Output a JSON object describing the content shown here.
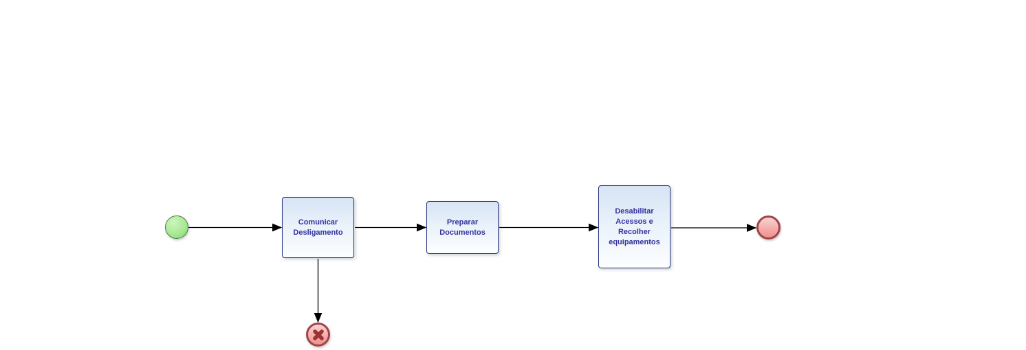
{
  "canvas": {
    "background": "#ffffff"
  },
  "colors": {
    "task_border": "#24357d",
    "task_text": "#32329e",
    "task_fill_top": "#d6e4f5",
    "task_fill_bottom": "#fdfeff",
    "start_border": "#4c7a3d",
    "start_fill_top": "#cdf5bd",
    "start_fill_bottom": "#7cd96a",
    "end_border": "#a34444",
    "end_fill_top": "#f9d3d1",
    "end_fill_bottom": "#ee908e",
    "cancel_x": "#9c3333",
    "flow_line": "#000000"
  },
  "tasks": [
    {
      "label": "Comunicar\nDesligamento"
    },
    {
      "label": "Preparar\nDocumentos"
    },
    {
      "label": "Desabilitar\nAcessos e\nRecolher\nequipamentos"
    }
  ],
  "events": {
    "start": {
      "type": "start"
    },
    "end": {
      "type": "end"
    },
    "cancel": {
      "type": "cancel-end",
      "icon": "cancel-x-icon"
    }
  },
  "flows": [
    {
      "id": "flow-start-to-comunicar"
    },
    {
      "id": "flow-comunicar-to-preparar"
    },
    {
      "id": "flow-preparar-to-desabilitar"
    },
    {
      "id": "flow-desabilitar-to-end"
    },
    {
      "id": "flow-comunicar-to-cancel"
    }
  ]
}
